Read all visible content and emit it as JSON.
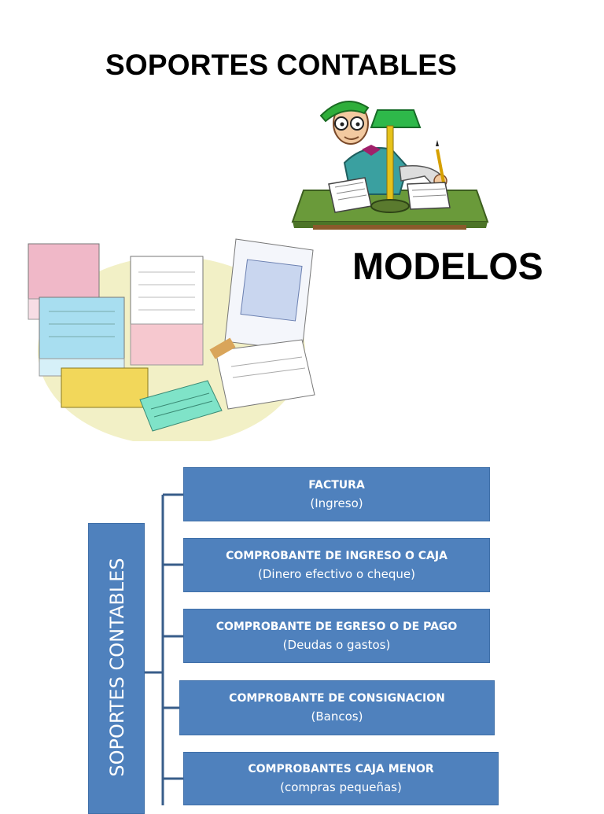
{
  "title": "SOPORTES CONTABLES",
  "subtitle": "MODELOS",
  "images": {
    "illustration_top": "cartoon-accountant-at-desk-with-lamp",
    "illustration_left": "stacks-of-invoice-and-receipt-forms"
  },
  "diagram": {
    "root_label": "SOPORTES CONTABLES",
    "color": "#4f81bd",
    "items": [
      {
        "title": "FACTURA",
        "sub": "(Ingreso)"
      },
      {
        "title": "COMPROBANTE DE INGRESO O CAJA",
        "sub": "(Dinero efectivo o cheque)"
      },
      {
        "title": "COMPROBANTE DE EGRESO O DE PAGO",
        "sub": "(Deudas o gastos)"
      },
      {
        "title": "COMPROBANTE DE CONSIGNACION",
        "sub": "(Bancos)"
      },
      {
        "title": "COMPROBANTES CAJA MENOR",
        "sub": "(compras pequeñas)"
      }
    ]
  }
}
